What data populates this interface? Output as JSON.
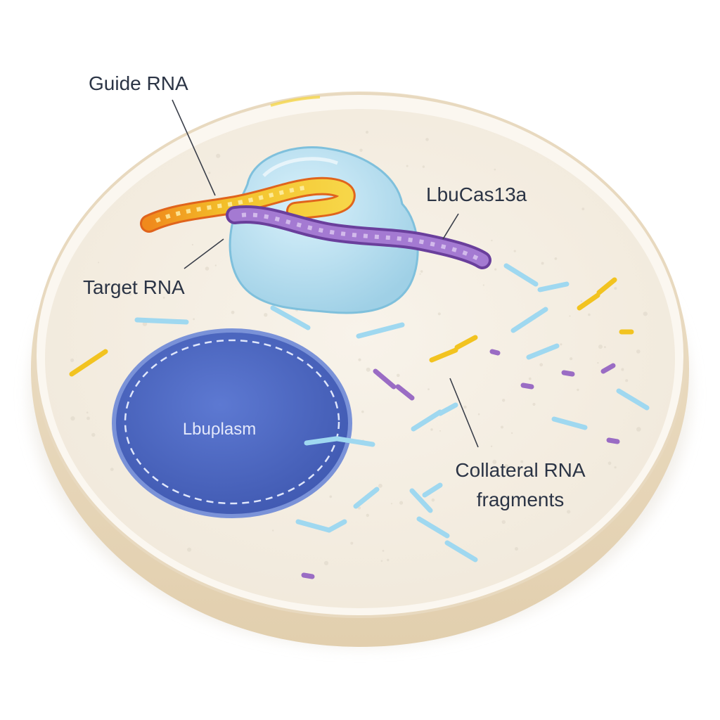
{
  "labels": {
    "guide_rna": "Guide RNA",
    "target_rna": "Target RNA",
    "enzyme": "LbuCas13a",
    "nucleus": "Lbuρlasm",
    "collateral_line1": "Collateral RNA",
    "collateral_line2": "fragments"
  },
  "colors": {
    "cell_fill": "#f6f0e6",
    "cell_rim": "#e6d7bd",
    "enzyme": "#bfe3f2",
    "nucleus": "#4f6cc6",
    "guide_rna": "#f3b72a",
    "target_rna": "#8e5ec0",
    "fragment_blue": "#9fd8f0",
    "fragment_yellow": "#f2c320",
    "fragment_purple": "#9a6cc4",
    "label_text": "#2b3445"
  }
}
